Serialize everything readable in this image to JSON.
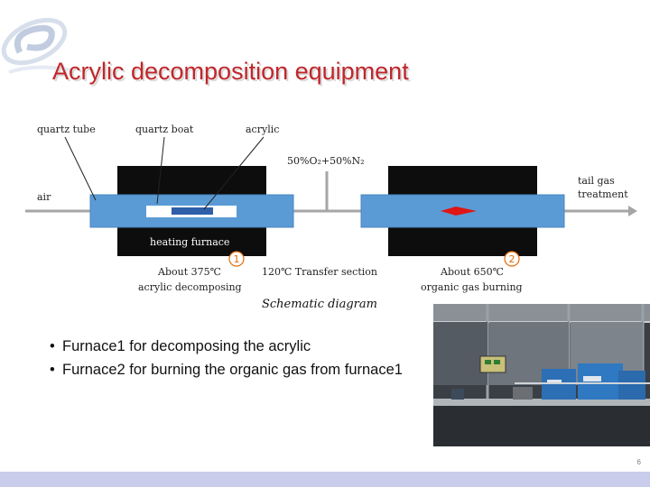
{
  "slide": {
    "title": "Acrylic decomposition equipment",
    "page_number": "6"
  },
  "diagram": {
    "labels": {
      "quartz_tube": "quartz tube",
      "quartz_boat": "quartz boat",
      "acrylic": "acrylic",
      "gas_mix": "50%O₂+50%N₂",
      "air": "air",
      "tail_gas_1": "tail gas",
      "tail_gas_2": "treatment",
      "heating_furnace": "heating furnace",
      "marker_1": "1",
      "marker_2": "2",
      "about_375": "About 375℃",
      "acrylic_decomposing": "acrylic decomposing",
      "transfer_section": "120℃  Transfer section",
      "about_650": "About 650℃",
      "organic_gas_burning": "organic gas burning"
    },
    "caption": "Schematic diagram",
    "colors": {
      "furnace": "#0d0d0d",
      "tube": "#5b9bd5",
      "pipe": "#a6a6a6",
      "marker": "#e36c09",
      "flame": "#e01515"
    }
  },
  "bullets": [
    {
      "marker": "•",
      "text": "Furnace1 for decomposing the acrylic"
    },
    {
      "marker": "•",
      "text": "Furnace2 for burning the organic gas from furnace1"
    }
  ]
}
